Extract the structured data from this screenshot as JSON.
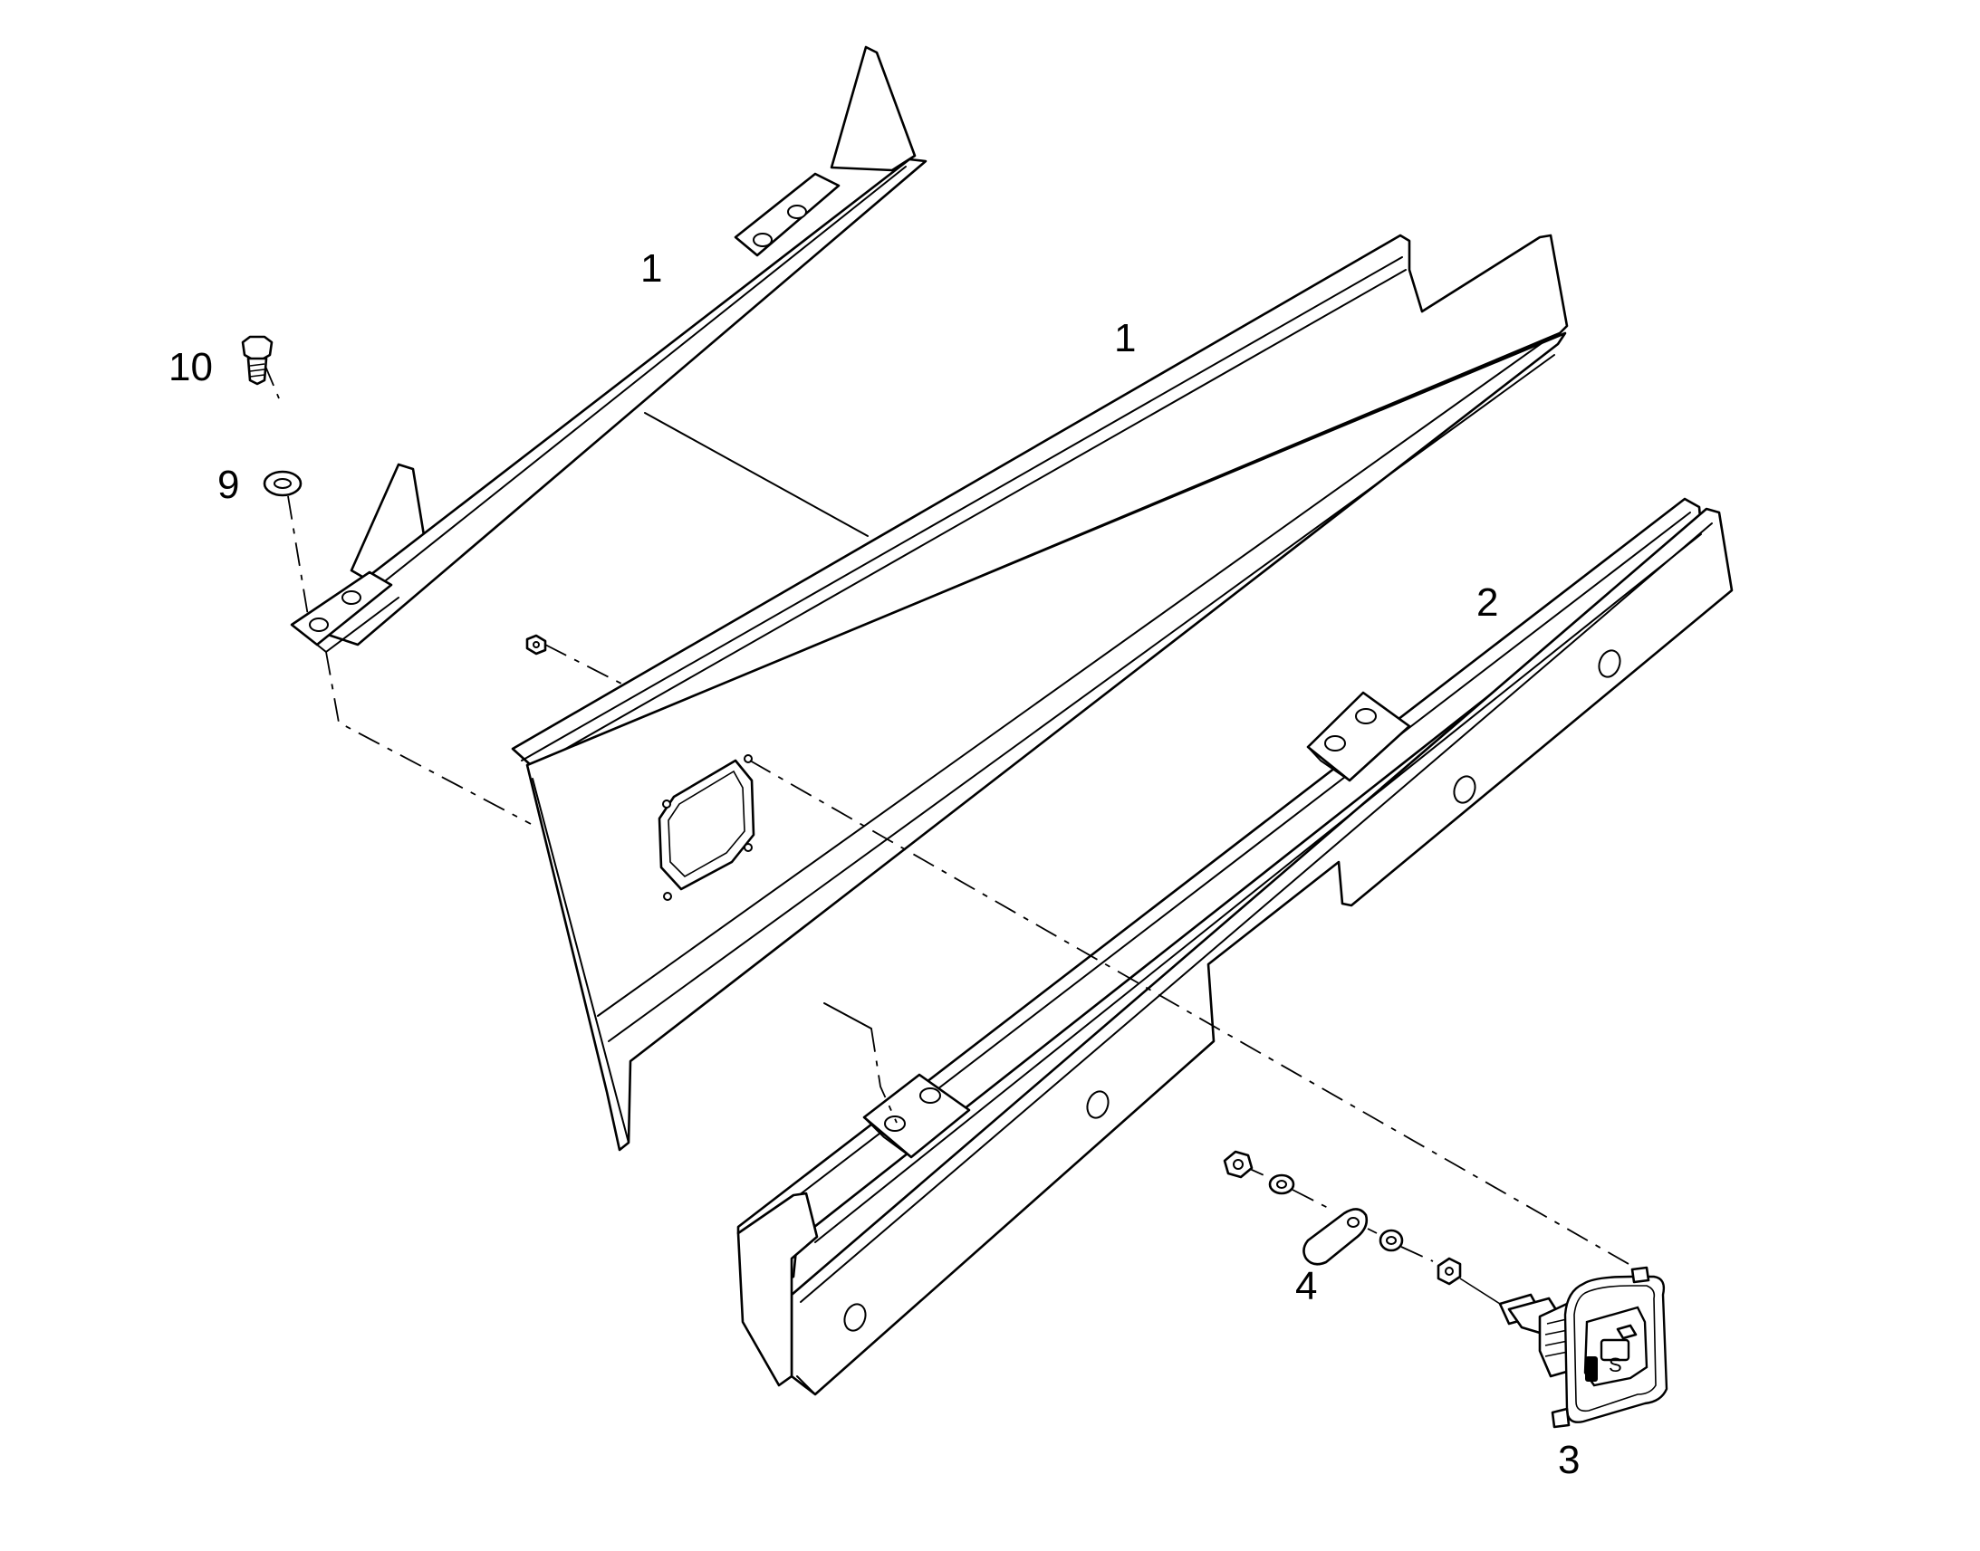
{
  "diagram": {
    "callouts": [
      {
        "id": "c1a",
        "label": "1"
      },
      {
        "id": "c1b",
        "label": "1"
      },
      {
        "id": "c2",
        "label": "2"
      },
      {
        "id": "c3",
        "label": "3"
      },
      {
        "id": "c4",
        "label": "4"
      },
      {
        "id": "c9",
        "label": "9"
      },
      {
        "id": "c10",
        "label": "10"
      }
    ],
    "lock_key_text": "S"
  }
}
